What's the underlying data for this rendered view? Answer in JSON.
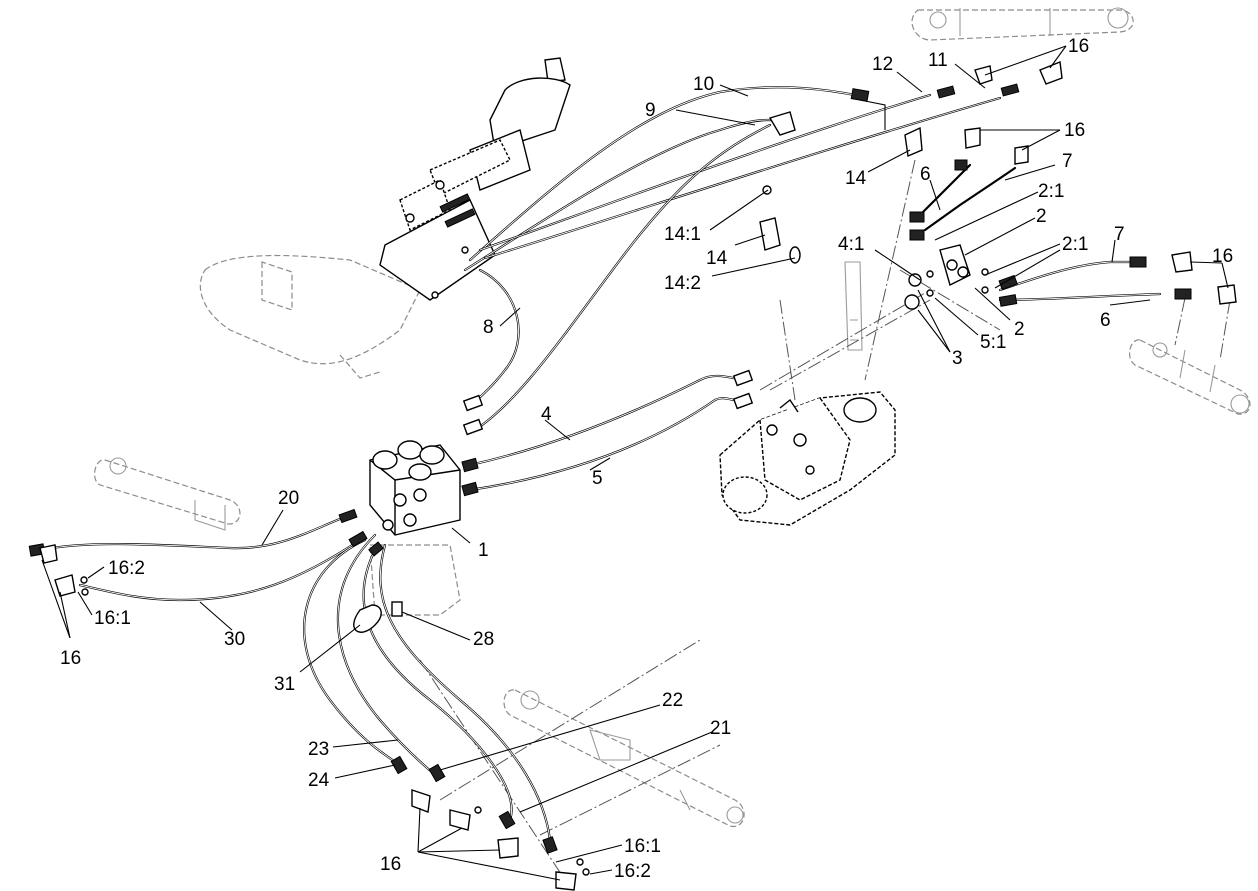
{
  "diagram": {
    "callouts": {
      "c1": "1",
      "c2a": "2",
      "c2b": "2",
      "c2_1a": "2:1",
      "c2_1b": "2:1",
      "c3": "3",
      "c4": "4",
      "c4_1": "4:1",
      "c5": "5",
      "c5_1": "5:1",
      "c6a": "6",
      "c6b": "6",
      "c7a": "7",
      "c7b": "7",
      "c8": "8",
      "c9": "9",
      "c10": "10",
      "c11": "11",
      "c12": "12",
      "c14a": "14",
      "c14b": "14",
      "c14_1": "14:1",
      "c14_2": "14:2",
      "c16a": "16",
      "c16b": "16",
      "c16c": "16",
      "c16d": "16",
      "c16e": "16",
      "c16_1a": "16:1",
      "c16_2a": "16:2",
      "c16_1b": "16:1",
      "c16_2b": "16:2",
      "c20": "20",
      "c21": "21",
      "c22": "22",
      "c23": "23",
      "c24": "24",
      "c28": "28",
      "c30": "30",
      "c31": "31"
    }
  }
}
